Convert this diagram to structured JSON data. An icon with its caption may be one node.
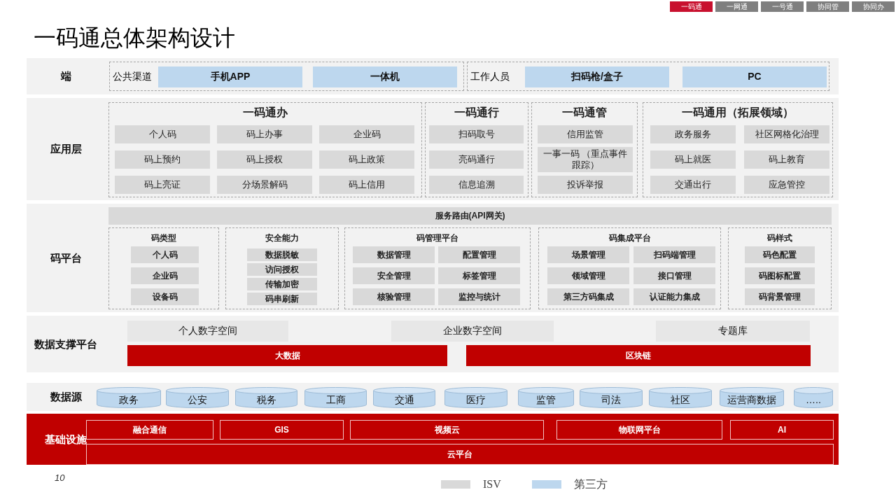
{
  "diagram": {
    "title": "一码通总体架构设计",
    "nodes": [
      {
        "text": [
          "端"
        ]
      },
      {
        "text": [
          "公共渠道"
        ],
        "in": 0
      },
      {
        "text": [
          "手机APP"
        ],
        "in": 1
      },
      {
        "text": [
          "一体机"
        ],
        "in": 1
      },
      {
        "text": [
          "工作人员"
        ],
        "in": 0
      },
      {
        "text": [
          "扫码枪/盒子"
        ],
        "in": 4
      },
      {
        "text": [
          "PC"
        ],
        "in": 4
      },
      {
        "text": [
          "应用层"
        ]
      },
      {
        "text": [
          "一码通办"
        ],
        "in": 7
      },
      {
        "text": [
          "个人码"
        ],
        "in": 8
      },
      {
        "text": [
          "码上办事"
        ],
        "in": 8
      },
      {
        "text": [
          "企业码"
        ],
        "in": 8
      },
      {
        "text": [
          "码上预约"
        ],
        "in": 8
      },
      {
        "text": [
          "码上授权"
        ],
        "in": 8
      },
      {
        "text": [
          "码上政策"
        ],
        "in": 8
      },
      {
        "text": [
          "码上亮证"
        ],
        "in": 8
      },
      {
        "text": [
          "分场景解码"
        ],
        "in": 8
      },
      {
        "text": [
          "码上信用"
        ],
        "in": 8
      },
      {
        "text": [
          "一码通行"
        ],
        "in": 7
      },
      {
        "text": [
          "扫码取号"
        ],
        "in": 18
      },
      {
        "text": [
          "亮码通行"
        ],
        "in": 18
      },
      {
        "text": [
          "信息追溯"
        ],
        "in": 18
      },
      {
        "text": [
          "一码通管"
        ],
        "in": 7
      },
      {
        "text": [
          "信用监管"
        ],
        "in": 22
      },
      {
        "text": [
          "一事一码 （重点事件跟踪）"
        ],
        "in": 22
      },
      {
        "text": [
          "投诉举报"
        ],
        "in": 22
      },
      {
        "text": [
          "一码通用（拓展领域）"
        ],
        "in": 7
      },
      {
        "text": [
          "政务服务"
        ],
        "in": 26
      },
      {
        "text": [
          "社区网格化治理"
        ],
        "in": 26
      },
      {
        "text": [
          "码上就医"
        ],
        "in": 26
      },
      {
        "text": [
          "码上教育"
        ],
        "in": 26
      },
      {
        "text": [
          "交通出行"
        ],
        "in": 26
      },
      {
        "text": [
          "应急管控"
        ],
        "in": 26
      },
      {
        "text": [
          "码平台"
        ]
      },
      {
        "text": [
          "服务路由(API网关)"
        ],
        "in": 33
      },
      {
        "text": [
          "码类型"
        ],
        "in": 33
      },
      {
        "text": [
          "个人码"
        ],
        "in": 35
      },
      {
        "text": [
          "企业码"
        ],
        "in": 35
      },
      {
        "text": [
          "设备码"
        ],
        "in": 35
      },
      {
        "text": [
          "安全能力"
        ],
        "in": 33
      },
      {
        "text": [
          "数据脱敏"
        ],
        "in": 39
      },
      {
        "text": [
          "访问授权"
        ],
        "in": 39
      },
      {
        "text": [
          "传输加密"
        ],
        "in": 39
      },
      {
        "text": [
          "码串刷新"
        ],
        "in": 39
      },
      {
        "text": [
          "码管理平台"
        ],
        "in": 33
      },
      {
        "text": [
          "数据管理"
        ],
        "in": 44
      },
      {
        "text": [
          "配置管理"
        ],
        "in": 44
      },
      {
        "text": [
          "安全管理"
        ],
        "in": 44
      },
      {
        "text": [
          "标签管理"
        ],
        "in": 44
      },
      {
        "text": [
          "核验管理"
        ],
        "in": 44
      },
      {
        "text": [
          "监控与统计"
        ],
        "in": 44
      },
      {
        "text": [
          "码集成平台"
        ],
        "in": 33
      },
      {
        "text": [
          "场景管理"
        ],
        "in": 51
      },
      {
        "text": [
          "扫码端管理"
        ],
        "in": 51
      },
      {
        "text": [
          "领域管理"
        ],
        "in": 51
      },
      {
        "text": [
          "接口管理"
        ],
        "in": 51
      },
      {
        "text": [
          "第三方码集成"
        ],
        "in": 51
      },
      {
        "text": [
          "认证能力集成"
        ],
        "in": 51
      },
      {
        "text": [
          "码样式"
        ],
        "in": 33
      },
      {
        "text": [
          "码色配置"
        ],
        "in": 58
      },
      {
        "text": [
          "码图标配置"
        ],
        "in": 58
      },
      {
        "text": [
          "码背景管理"
        ],
        "in": 58
      },
      {
        "text": [
          "数据支撑平台"
        ]
      },
      {
        "text": [
          "个人数字空间"
        ],
        "in": 62
      },
      {
        "text": [
          "企业数字空间"
        ],
        "in": 62
      },
      {
        "text": [
          "专题库"
        ],
        "in": 62
      },
      {
        "text": [
          "大数据"
        ],
        "in": 62
      },
      {
        "text": [
          "区块链"
        ],
        "in": 62
      },
      {
        "text": [
          "数据源"
        ]
      },
      {
        "text": [
          "政务"
        ],
        "in": 68
      },
      {
        "text": [
          "公安"
        ],
        "in": 68
      },
      {
        "text": [
          "税务"
        ],
        "in": 68
      },
      {
        "text": [
          "工商"
        ],
        "in": 68
      },
      {
        "text": [
          "交通"
        ],
        "in": 68
      },
      {
        "text": [
          "医疗"
        ],
        "in": 68
      },
      {
        "text": [
          "监管"
        ],
        "in": 68
      },
      {
        "text": [
          "司法"
        ],
        "in": 68
      },
      {
        "text": [
          "社区"
        ],
        "in": 68
      },
      {
        "text": [
          "运营商数据"
        ],
        "in": 68
      },
      {
        "text": [
          "….."
        ],
        "in": 68
      },
      {
        "text": [
          "基础设施"
        ]
      },
      {
        "text": [
          "融合通信"
        ],
        "in": 80
      },
      {
        "text": [
          "GIS"
        ],
        "in": 80
      },
      {
        "text": [
          "视频云"
        ],
        "in": 80
      },
      {
        "text": [
          "物联网平台"
        ],
        "in": 80
      },
      {
        "text": [
          "AI"
        ],
        "in": 80
      },
      {
        "text": [
          "云平台"
        ],
        "in": 80
      }
    ],
    "edges": [],
    "labels": [
      "一码通",
      "一网通",
      "一号通",
      "协同管",
      "协同办",
      "10"
    ],
    "legend": [
      {
        "text": "ISV",
        "color": "#d9d9d9"
      },
      {
        "text": "第三方",
        "color": "#bdd7ee"
      }
    ]
  }
}
